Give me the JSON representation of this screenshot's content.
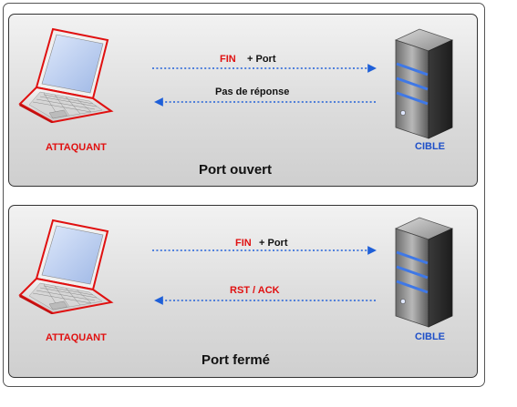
{
  "panels": [
    {
      "title": "Port ouvert",
      "attacker_label": "ATTAQUANT",
      "target_label": "CIBLE",
      "request": {
        "flag": "FIN",
        "text": "+ Port"
      },
      "response": {
        "text": "Pas de réponse"
      }
    },
    {
      "title": "Port fermé",
      "attacker_label": "ATTAQUANT",
      "target_label": "CIBLE",
      "request": {
        "flag": "FIN",
        "text": "+ Port"
      },
      "response": {
        "text": "RST / ACK"
      }
    }
  ],
  "colors": {
    "attacker": "#e01010",
    "target": "#1e4fc8",
    "arrow": "#1e5fd8",
    "rst": "#e01010"
  },
  "icons": [
    "laptop-icon",
    "server-icon"
  ]
}
